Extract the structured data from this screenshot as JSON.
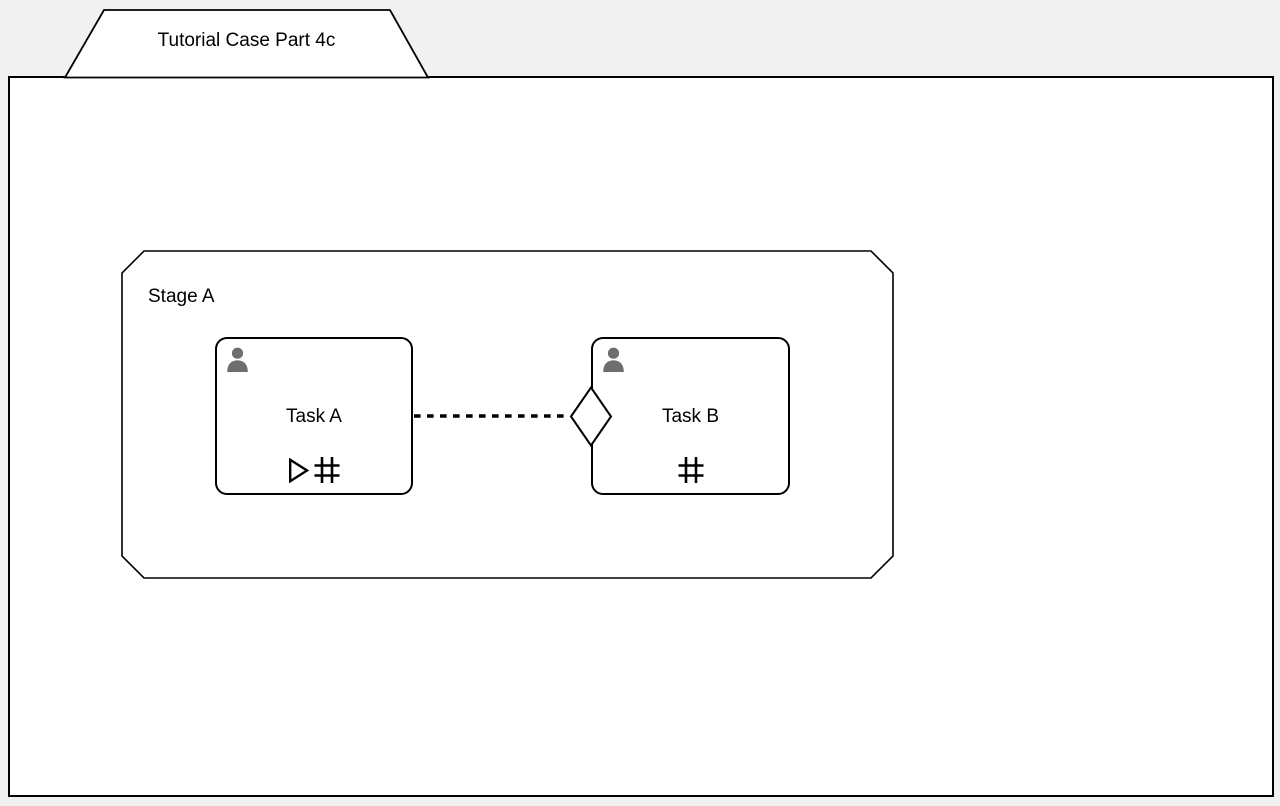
{
  "case": {
    "title": "Tutorial Case Part 4c"
  },
  "stage": {
    "label": "Stage A"
  },
  "tasks": {
    "a": {
      "label": "Task A",
      "task_type": "human",
      "icon": "human-task-icon",
      "markers": [
        "manual-activation-marker",
        "repetition-marker"
      ]
    },
    "b": {
      "label": "Task B",
      "task_type": "human",
      "icon": "human-task-icon",
      "markers": [
        "repetition-marker"
      ],
      "entry_criterion": "diamond-sentry"
    }
  },
  "connector": {
    "type": "dotted-line",
    "from": "Task A",
    "to": "Task B entry criterion"
  },
  "colors": {
    "canvas_background": "#f0f1f0",
    "shape_fill": "#ffffff",
    "stroke": "#000000",
    "human_icon_fill": "#6e6e6e"
  }
}
